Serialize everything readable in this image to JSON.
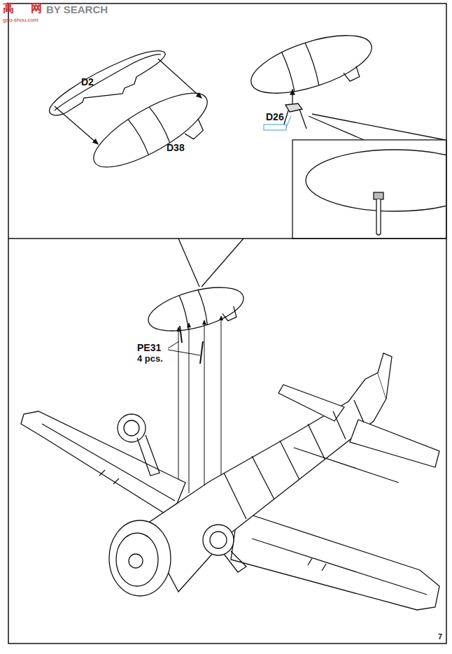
{
  "diagram": {
    "labels": [
      "高",
      "网",
      "BY SEARCH",
      "gao-shou.com",
      "D2",
      "D38",
      "D26",
      "PE31",
      "4 pcs.",
      "7"
    ]
  }
}
